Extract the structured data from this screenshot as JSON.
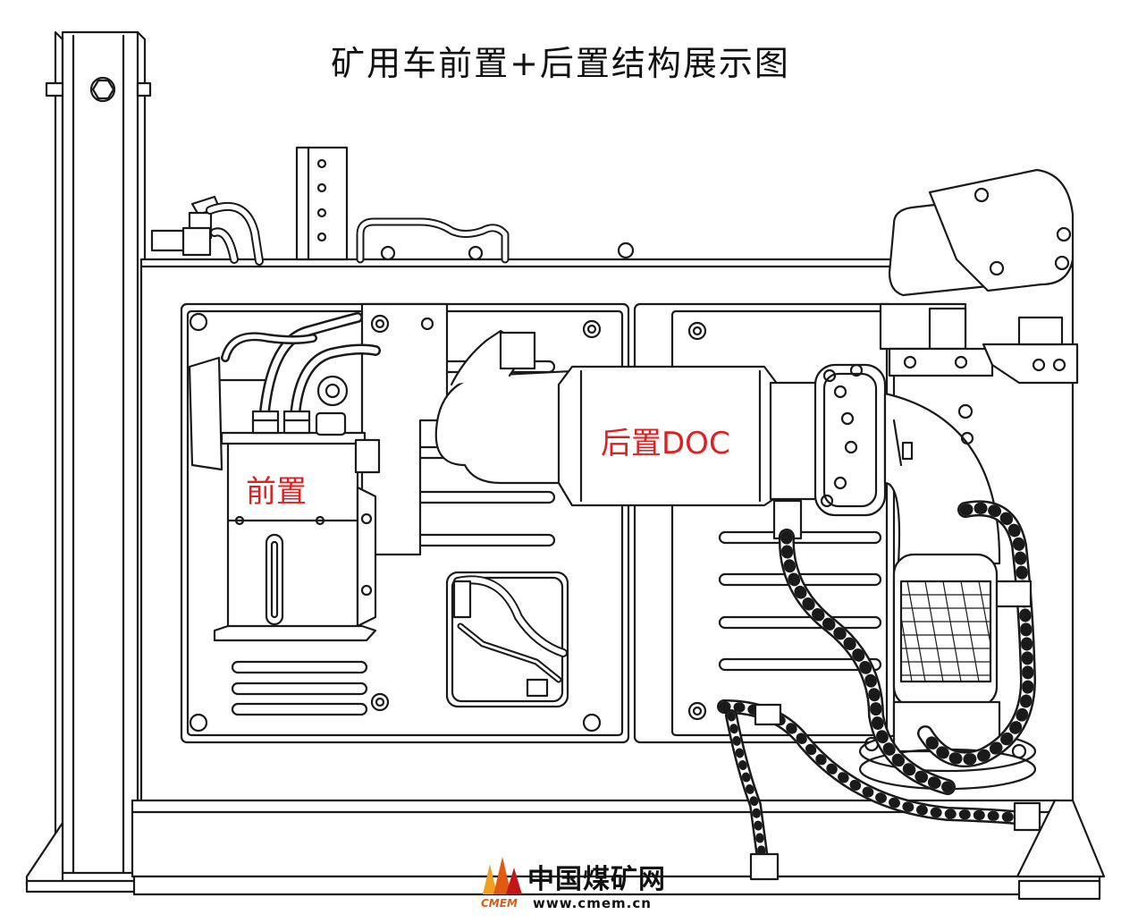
{
  "title": "矿用车前置+后置结构展示图",
  "labels": {
    "front": "前置",
    "rear": "后置DOC"
  },
  "watermark": {
    "name_cn": "中国煤矿网",
    "name_en": "CMEM",
    "url": "www.cmem.cn"
  },
  "colors": {
    "label": "#e02020",
    "line": "#1a1a1a",
    "logo_accent": "#e05a10"
  }
}
